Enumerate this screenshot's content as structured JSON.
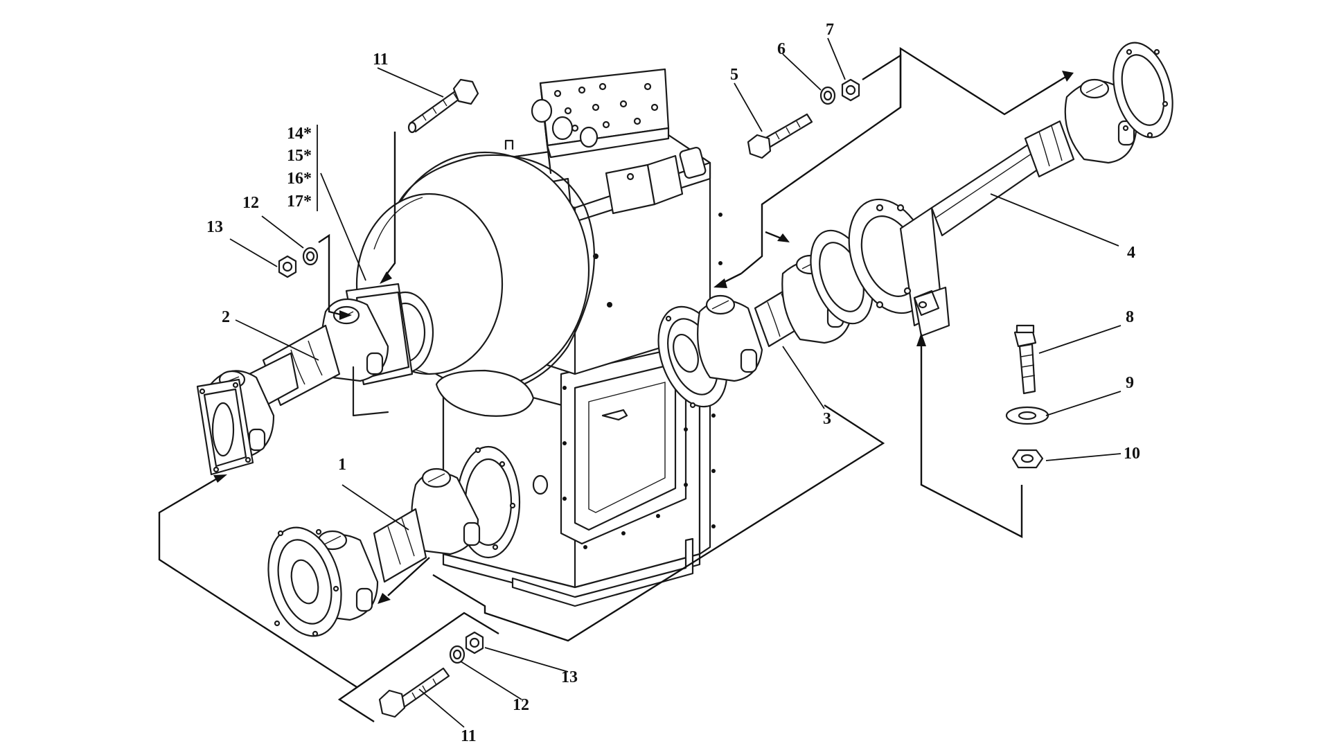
{
  "callouts": {
    "c1": "1",
    "c2": "2",
    "c3": "3",
    "c4": "4",
    "c5": "5",
    "c6": "6",
    "c7": "7",
    "c8": "8",
    "c9": "9",
    "c10": "10",
    "c11_top": "11",
    "c11_bottom": "11",
    "c12_left": "12",
    "c12_bottom": "12",
    "c13_left": "13",
    "c13_bottom": "13",
    "c14": "14*",
    "c15": "15*",
    "c16": "16*",
    "c17": "17*"
  }
}
